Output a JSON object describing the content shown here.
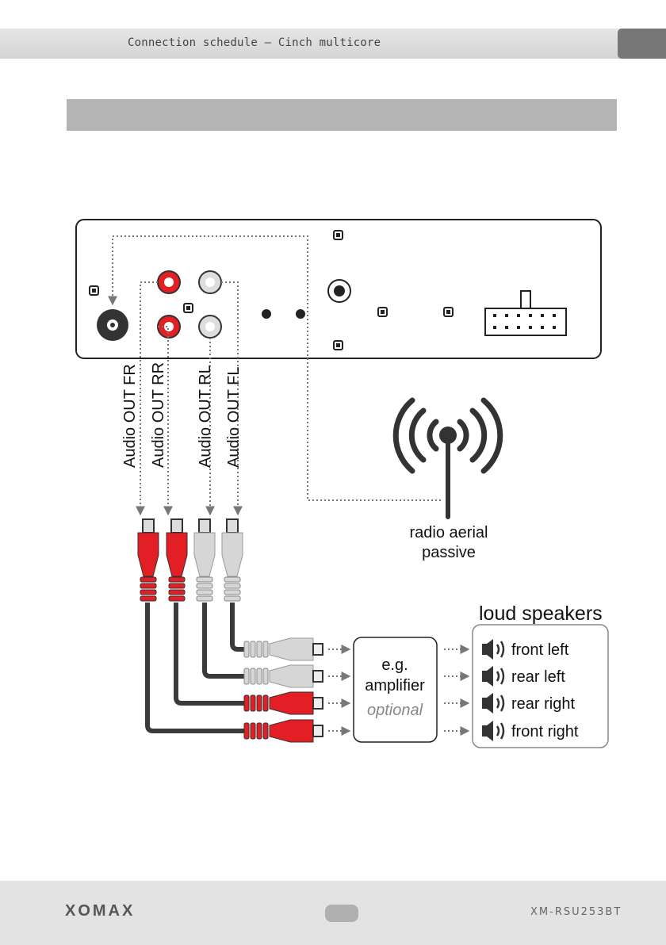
{
  "header": {
    "title": "Connection schedule – Cinch multicore"
  },
  "labels": {
    "audio_out_fr": "Audio OUT FR",
    "audio_out_rr": "Audio OUT RR",
    "audio_out_rl": "Audio OUT RL",
    "audio_out_fl": "Audio OUT FL",
    "aerial_line1": "radio aerial",
    "aerial_line2": "passive",
    "amp_line1": "e.g.",
    "amp_line2": "amplifier",
    "amp_line3": "optional",
    "speakers_title": "loud speakers",
    "speakers": [
      "front left",
      "rear left",
      "rear right",
      "front right"
    ]
  },
  "footer": {
    "brand": "XOMAX",
    "model": "XM-RSU253BT"
  },
  "colors": {
    "red": "#e31e24",
    "white_plug": "#d6d6d6",
    "cable": "#3a3a3a"
  }
}
